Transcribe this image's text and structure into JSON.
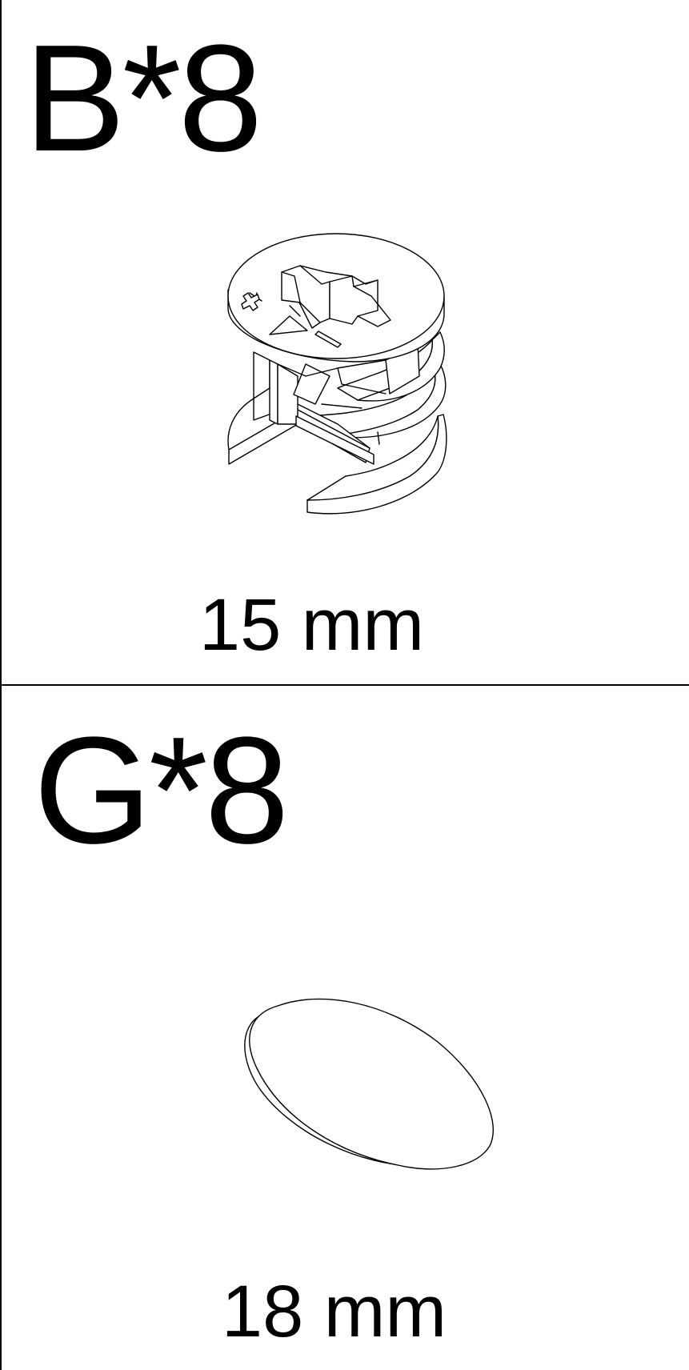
{
  "parts": [
    {
      "code": "B*8",
      "size": "15 mm",
      "icon": "cam-lock-fitting-icon"
    },
    {
      "code": "G*8",
      "size": "18 mm",
      "icon": "cover-cap-disc-icon"
    }
  ],
  "colors": {
    "line": "#000000",
    "background": "#ffffff"
  }
}
